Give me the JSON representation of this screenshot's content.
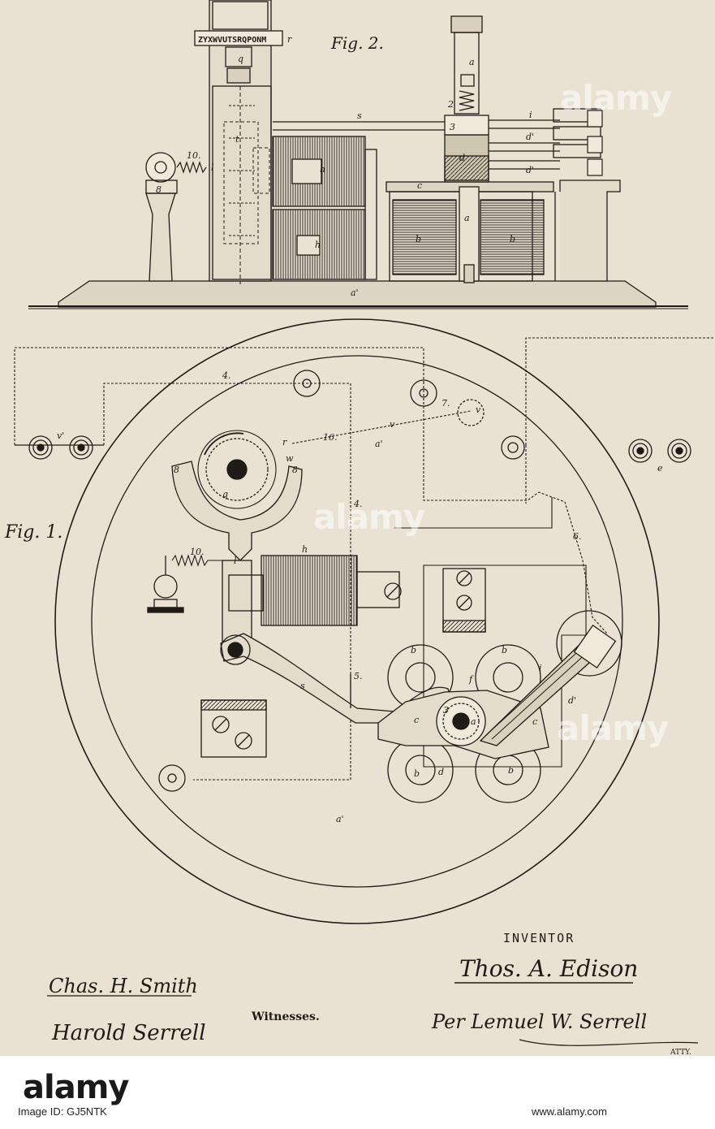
{
  "patent": {
    "fig1_label": "Fig. 1.",
    "fig2_label": "Fig. 2.",
    "typewheel_letters": "ZYXWVUTSRQPONM",
    "part_labels": {
      "a": "a",
      "a_prime": "a'",
      "b": "b",
      "c": "c",
      "d": "d",
      "d_prime": "d'",
      "e": "e",
      "f": "f",
      "h": "h",
      "i": "i",
      "l": "l",
      "q": "q",
      "r": "r",
      "s": "s",
      "t": "t",
      "v": "v",
      "v_prime": "v'",
      "w": "w",
      "n2": "2",
      "n3": "3",
      "n4": "4.",
      "n5": "5.",
      "n6": "6.",
      "n7": "7.",
      "n8": "8",
      "n10": "10.",
      "n16": "16."
    },
    "inventor_heading": "INVENTOR",
    "inventor_signature": "Thos. A. Edison",
    "attorney_signature": "Per Lemuel W. Serrell",
    "attorney_suffix": "ATTY.",
    "witness_1": "Chas. H. Smith",
    "witness_2": "Harold Serrell",
    "witnesses_label": "Witnesses."
  },
  "watermark": {
    "brand": "alamy",
    "stock_id": "Image ID: GJ5NTK",
    "site": "www.alamy.com"
  },
  "colors": {
    "paper": "#e9e2d3",
    "ink": "#1f1b17",
    "footer": "#ffffff"
  }
}
